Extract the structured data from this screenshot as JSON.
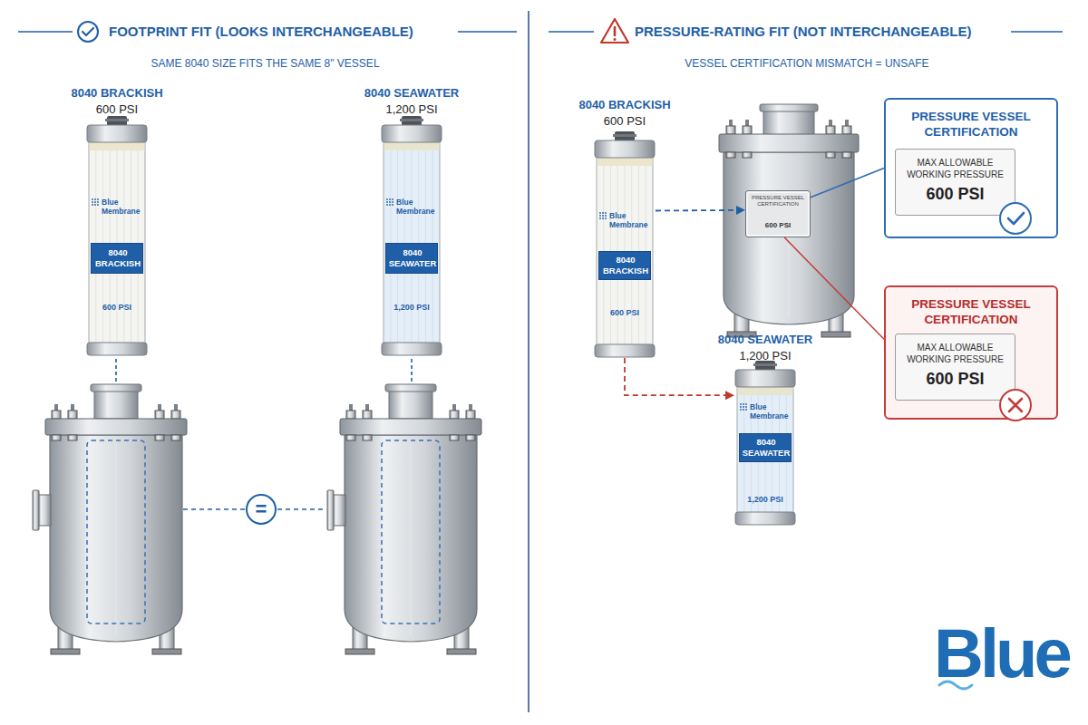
{
  "diagram": {
    "nodes": [
      {
        "text": [
          "8040 BRACKISH",
          "600 PSI",
          "Blue Membrane",
          "600 PSI"
        ]
      },
      {
        "text": [
          "8040 BRACKISH"
        ],
        "in": 0
      },
      {
        "text": [
          "8040 SEAWATER",
          "1,200 PSI",
          "Blue Membrane",
          "1,200 PSI"
        ]
      },
      {
        "text": [
          "8040 SEAWATER"
        ],
        "in": 2
      },
      {
        "text": [
          "="
        ]
      },
      {
        "text": [
          "8040 BRACKISH",
          "600 PSI",
          "Blue Membrane",
          "600 PSI"
        ]
      },
      {
        "text": [
          "8040 BRACKISH"
        ],
        "in": 5
      },
      {
        "text": [
          "PRESSURE VESSEL CERTIFICATION",
          "600 PSI"
        ]
      },
      {
        "text": [
          "PRESSURE VESSEL CERTIFICATION"
        ]
      },
      {
        "text": [
          "MAX ALLOWABLE WORKING PRESSURE",
          "600 PSI"
        ],
        "in": 8
      },
      {
        "text": [
          "PRESSURE VESSEL CERTIFICATION"
        ]
      },
      {
        "text": [
          "MAX ALLOWABLE WORKING PRESSURE",
          "600 PSI"
        ],
        "in": 10
      },
      {
        "text": [
          "8040 SEAWATER",
          "1,200 PSI",
          "Blue Membrane",
          "1,200 PSI"
        ]
      },
      {
        "text": [
          "8040 SEAWATER"
        ],
        "in": 12
      }
    ],
    "edges": [
      {
        "from": 5,
        "to": 7,
        "arrow": "to"
      },
      {
        "from": 5,
        "to": 12,
        "arrow": "to"
      },
      {
        "from": 7,
        "to": 8,
        "arrow": "none"
      },
      {
        "from": 7,
        "to": 10,
        "arrow": "none"
      }
    ],
    "labels": [
      "FOOTPRINT FIT (LOOKS INTERCHANGEABLE)",
      "SAME 8040 SIZE FITS THE SAME 8\" VESSEL",
      "PRESSURE-RATING FIT (NOT INTERCHANGEABLE)",
      "VESSEL CERTIFICATION MISMATCH = UNSAFE",
      "Blue"
    ]
  }
}
